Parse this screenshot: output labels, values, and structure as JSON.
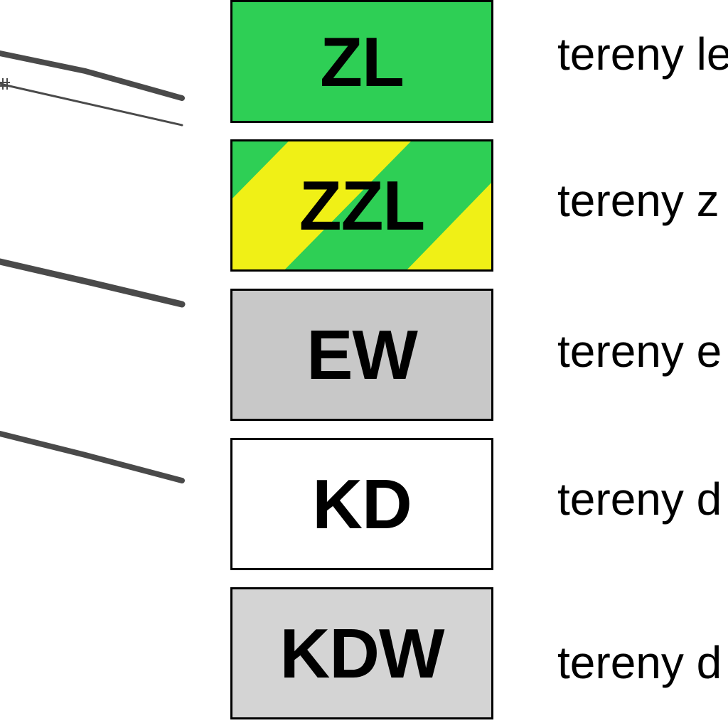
{
  "legend": {
    "items": [
      {
        "code": "ZL",
        "description": "tereny le",
        "fill": "#2ecf55"
      },
      {
        "code": "ZZL",
        "description": "tereny z",
        "fill": "#2ecf55",
        "stripe": "#f0f016"
      },
      {
        "code": "EW",
        "description": "tereny e",
        "fill": "#c8c8c8"
      },
      {
        "code": "KD",
        "description": "tereny d",
        "fill": "#ffffff"
      },
      {
        "code": "KDW",
        "description": "tereny d",
        "fill": "#d4d4d4"
      }
    ]
  },
  "colors": {
    "map_line": "#4a4a4a",
    "border": "#000000"
  }
}
